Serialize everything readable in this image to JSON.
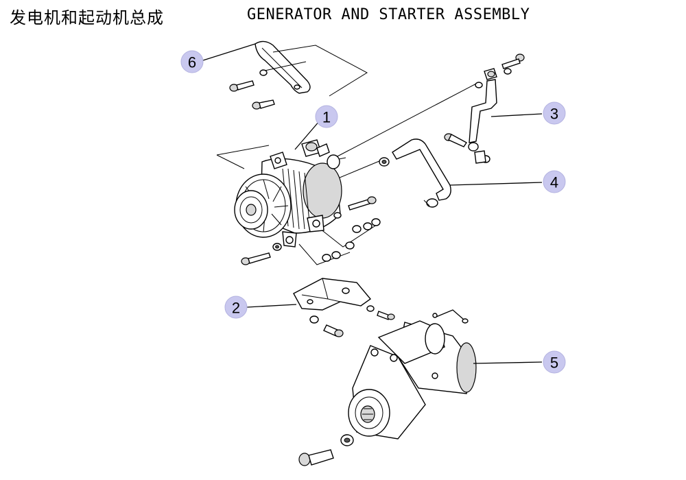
{
  "title": {
    "chinese": "发电机和起动机总成",
    "english": "GENERATOR AND STARTER ASSEMBLY"
  },
  "callouts": [
    {
      "number": "1",
      "part": "generator"
    },
    {
      "number": "2",
      "part": "bracket"
    },
    {
      "number": "3",
      "part": "hose-pipe-upper"
    },
    {
      "number": "4",
      "part": "hose-pipe-lower"
    },
    {
      "number": "5",
      "part": "starter"
    },
    {
      "number": "6",
      "part": "adjusting-strap"
    }
  ]
}
